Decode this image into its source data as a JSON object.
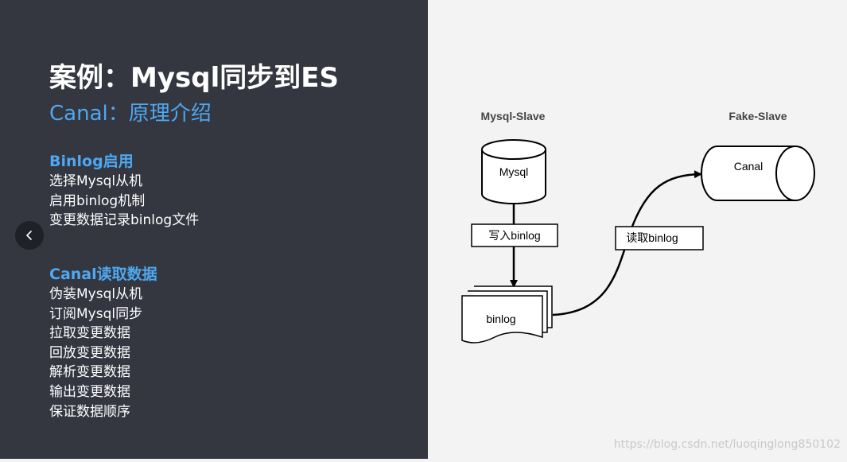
{
  "slide": {
    "title": "案例：Mysql同步到ES",
    "subtitle": "Canal：原理介绍",
    "sections": [
      {
        "heading": "Binlog启用",
        "items": [
          "选择Mysql从机",
          "启用binlog机制",
          "变更数据记录binlog文件"
        ]
      },
      {
        "heading": "Canal读取数据",
        "items": [
          "伪装Mysql从机",
          "订阅Mysql同步",
          "拉取变更数据",
          "回放变更数据",
          "解析变更数据",
          "输出变更数据",
          "保证数据顺序"
        ]
      }
    ]
  },
  "diagram": {
    "left_header": "Mysql-Slave",
    "right_header": "Fake-Slave",
    "db_label": "Mysql",
    "write_label": "写入binlog",
    "binlog_label": "binlog",
    "read_label": "读取binlog",
    "canal_label": "Canal"
  },
  "navigation": {
    "prev_icon": "chevron-left-icon"
  },
  "watermark": "https://blog.csdn.net/luoqinglong850102"
}
